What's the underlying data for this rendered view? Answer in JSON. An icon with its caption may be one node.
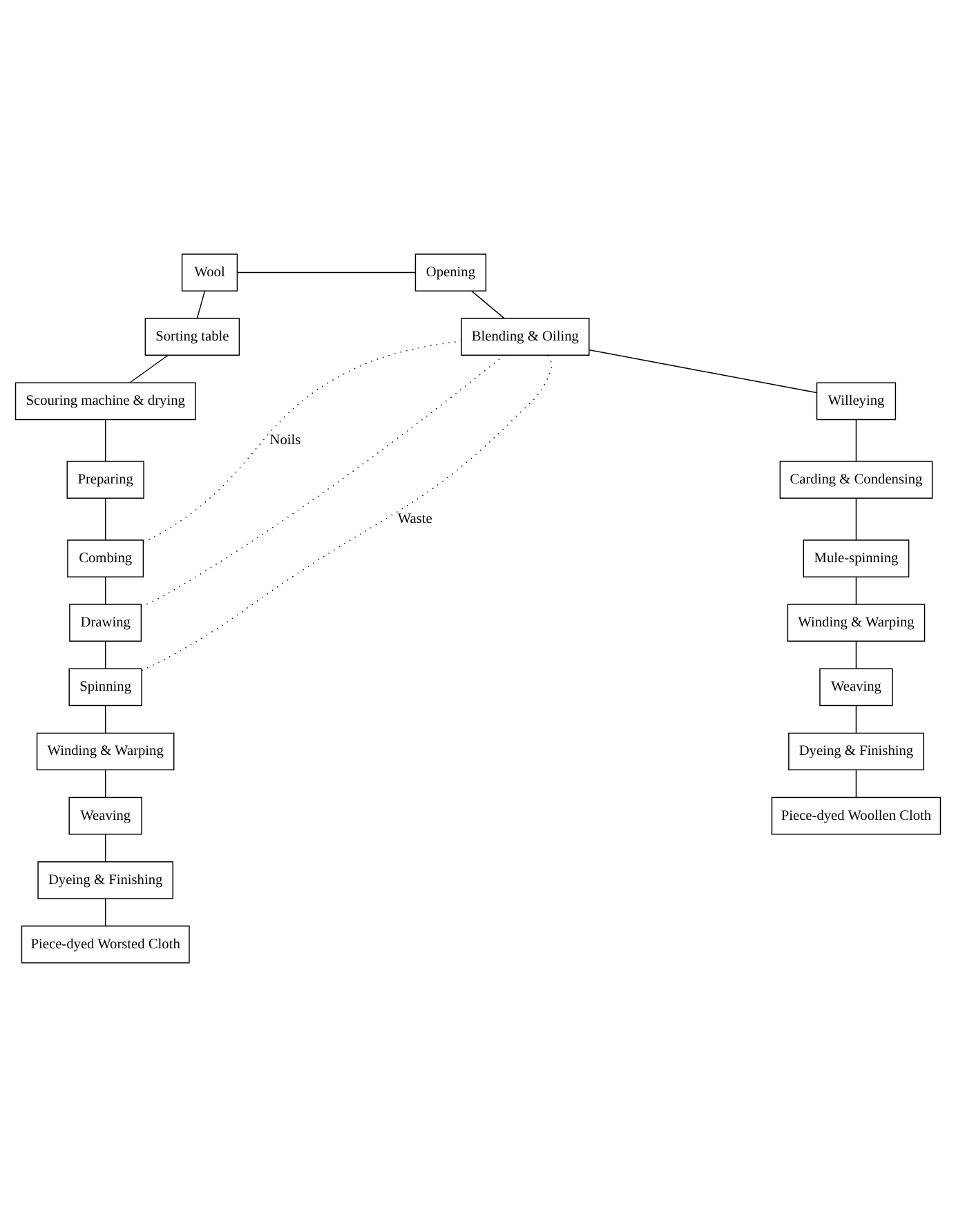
{
  "diagram": {
    "nodes": [
      {
        "text": [
          "Wool"
        ]
      },
      {
        "text": [
          "Sorting table"
        ]
      },
      {
        "text": [
          "Scouring machine & drying"
        ]
      },
      {
        "text": [
          "Preparing"
        ]
      },
      {
        "text": [
          "Combing"
        ]
      },
      {
        "text": [
          "Drawing"
        ]
      },
      {
        "text": [
          "Spinning"
        ]
      },
      {
        "text": [
          "Winding & Warping"
        ]
      },
      {
        "text": [
          "Weaving"
        ]
      },
      {
        "text": [
          "Dyeing & Finishing"
        ]
      },
      {
        "text": [
          "Piece-dyed Worsted Cloth"
        ]
      },
      {
        "text": [
          "Opening"
        ]
      },
      {
        "text": [
          "Blending & Oiling"
        ]
      },
      {
        "text": [
          "Willeying"
        ]
      },
      {
        "text": [
          "Carding & Condensing"
        ]
      },
      {
        "text": [
          "Mule-spinning"
        ]
      },
      {
        "text": [
          "Winding & Warping"
        ]
      },
      {
        "text": [
          "Weaving"
        ]
      },
      {
        "text": [
          "Dyeing & Finishing"
        ]
      },
      {
        "text": [
          "Piece-dyed Woollen Cloth"
        ]
      }
    ],
    "edges": [
      {
        "from": 0,
        "to": 1,
        "arrow": "none"
      },
      {
        "from": 1,
        "to": 2,
        "arrow": "none"
      },
      {
        "from": 2,
        "to": 3,
        "arrow": "none"
      },
      {
        "from": 3,
        "to": 4,
        "arrow": "none"
      },
      {
        "from": 4,
        "to": 5,
        "arrow": "none"
      },
      {
        "from": 5,
        "to": 6,
        "arrow": "none"
      },
      {
        "from": 6,
        "to": 7,
        "arrow": "none"
      },
      {
        "from": 7,
        "to": 8,
        "arrow": "none"
      },
      {
        "from": 8,
        "to": 9,
        "arrow": "none"
      },
      {
        "from": 9,
        "to": 10,
        "arrow": "none"
      },
      {
        "from": 0,
        "to": 11,
        "arrow": "none"
      },
      {
        "from": 11,
        "to": 12,
        "arrow": "none"
      },
      {
        "from": 12,
        "to": 13,
        "arrow": "none"
      },
      {
        "from": 13,
        "to": 14,
        "arrow": "none"
      },
      {
        "from": 14,
        "to": 15,
        "arrow": "none"
      },
      {
        "from": 15,
        "to": 16,
        "arrow": "none"
      },
      {
        "from": 16,
        "to": 17,
        "arrow": "none"
      },
      {
        "from": 17,
        "to": 18,
        "arrow": "none"
      },
      {
        "from": 18,
        "to": 19,
        "arrow": "none"
      },
      {
        "from": 4,
        "to": 12,
        "arrow": "none",
        "style": "dashed",
        "label": "Noils"
      },
      {
        "from": 5,
        "to": 12,
        "arrow": "none",
        "style": "dashed"
      },
      {
        "from": 6,
        "to": 12,
        "arrow": "none",
        "style": "dashed",
        "label": "Waste"
      }
    ]
  }
}
